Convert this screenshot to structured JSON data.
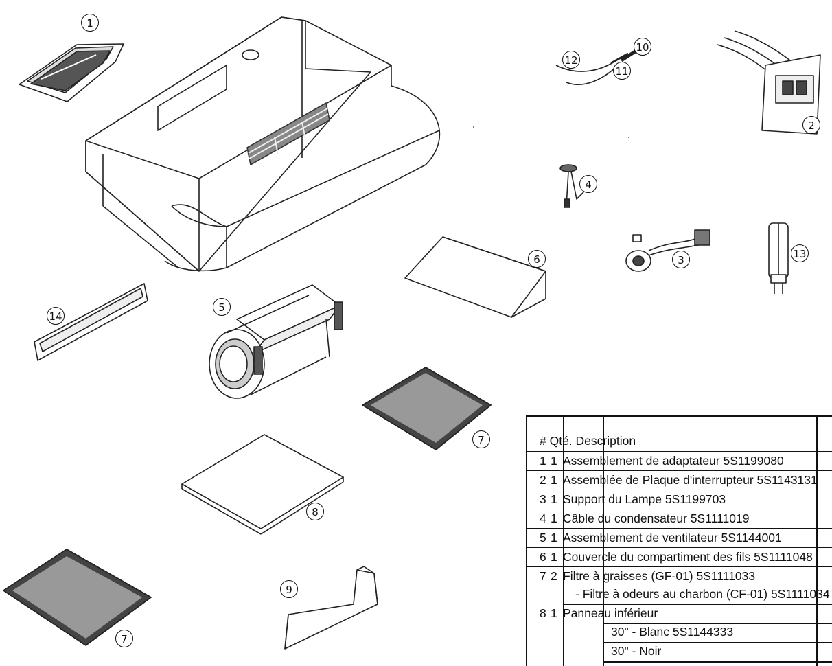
{
  "callouts": [
    "1",
    "2",
    "3",
    "4",
    "5",
    "6",
    "7",
    "8",
    "9",
    "10",
    "11",
    "12",
    "13",
    "14"
  ],
  "table": {
    "header": "# Qté. Description",
    "rows": [
      {
        "num": "1",
        "qty": "1",
        "desc": "Assemblement de adaptateur 5S1199080"
      },
      {
        "num": "2",
        "qty": "1",
        "desc": "Assemblée de Plaque d'interrupteur 5S1143131"
      },
      {
        "num": "3",
        "qty": "1",
        "desc": "Support du Lampe 5S1199703"
      },
      {
        "num": "4",
        "qty": "1",
        "desc": "Câble du condensateur 5S1111019"
      },
      {
        "num": "5",
        "qty": "1",
        "desc": "Assemblement de ventilateur 5S1144001"
      },
      {
        "num": "6",
        "qty": "1",
        "desc": "Couvercle du compartiment des fils 5S1111048"
      },
      {
        "num": "7",
        "qty": "2",
        "desc": "Filtre à graisses (GF-01) 5S1111033"
      },
      {
        "num": "",
        "qty": "",
        "desc": "- Filtre à odeurs au charbon (CF-01) 5S1111034"
      },
      {
        "num": "8",
        "qty": "1",
        "desc": "Panneau inférieur"
      },
      {
        "num": "",
        "qty": "",
        "desc": "30\" - Blanc 5S1144333"
      },
      {
        "num": "",
        "qty": "",
        "desc": "30\" - Noir"
      }
    ]
  }
}
